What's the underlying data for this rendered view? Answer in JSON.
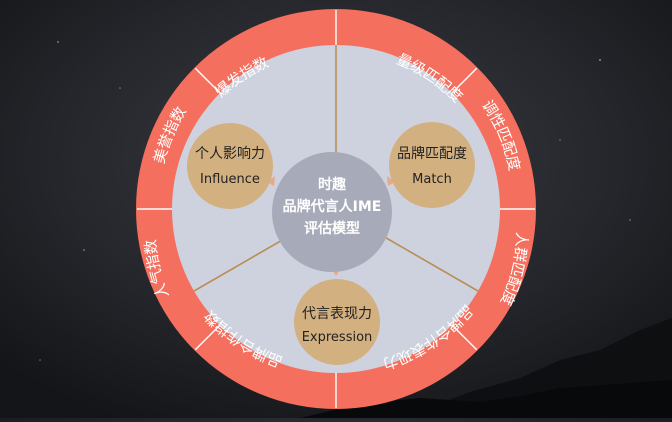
{
  "center": {
    "line1": "时趣",
    "line2": "品牌代言人IME",
    "line3": "评估模型"
  },
  "factors": [
    {
      "id": "influence",
      "title": "个人影响力",
      "subtitle": "Influence"
    },
    {
      "id": "match",
      "title": "品牌匹配度",
      "subtitle": "Match"
    },
    {
      "id": "expression",
      "title": "代言表现力",
      "subtitle": "Expression"
    }
  ],
  "ring_labels": [
    {
      "id": "baofa",
      "text": "爆发指数"
    },
    {
      "id": "liangji",
      "text": "量级匹配度"
    },
    {
      "id": "tiaoxing",
      "text": "调性匹配度"
    },
    {
      "id": "renshe",
      "text": "人群匹配度"
    },
    {
      "id": "hezuo-biaoxian",
      "text": "品牌合作表现力"
    },
    {
      "id": "hezuo-zhishu",
      "text": "品牌合作指数"
    },
    {
      "id": "renqi",
      "text": "人气指数"
    },
    {
      "id": "meiyu",
      "text": "美誉指数"
    }
  ],
  "colors": {
    "ring": "#f46f5d",
    "inner": "#ced2de",
    "factor": "#d3b07f",
    "center": "#a7aab9",
    "divider": "#ffffff",
    "spoke": "#b98e55",
    "factor_text": "#222222",
    "center_text": "#ffffff",
    "ring_text": "#ffffff"
  }
}
